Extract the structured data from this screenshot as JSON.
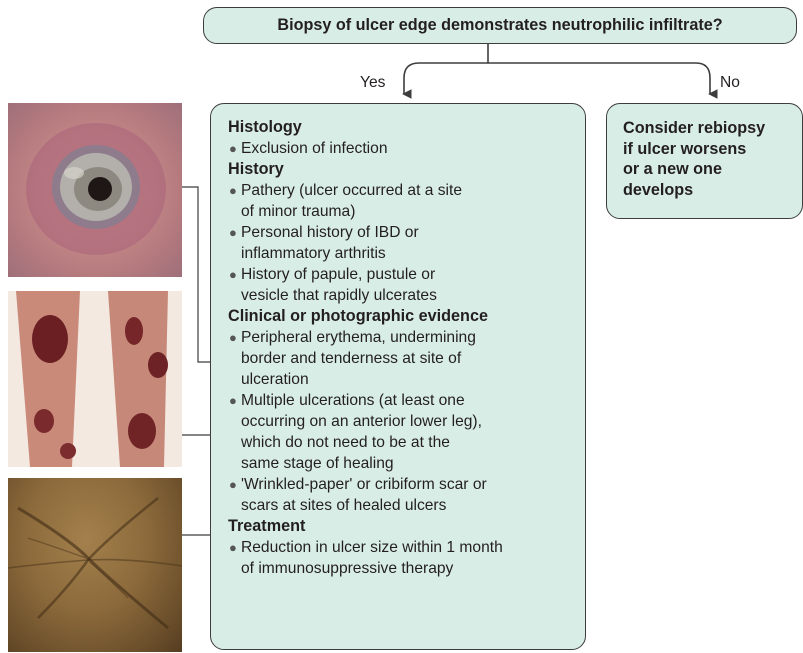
{
  "question": "Biopsy of ulcer edge demonstrates neutrophilic infiltrate?",
  "branches": {
    "yes": "Yes",
    "no": "No"
  },
  "no_box": {
    "lines": [
      "Consider rebiopsy",
      "if ulcer worsens",
      "or a new one",
      "develops"
    ]
  },
  "criteria": {
    "histology": {
      "heading": "Histology",
      "items": [
        "Exclusion of infection"
      ]
    },
    "history": {
      "heading": "History",
      "items": [
        [
          "Pathery (ulcer occurred at a site",
          "of minor trauma)"
        ],
        [
          "Personal history of IBD or",
          "inflammatory arthritis"
        ],
        [
          "History of papule, pustule or",
          "vesicle that rapidly ulcerates"
        ]
      ]
    },
    "clinical": {
      "heading": "Clinical or photographic evidence",
      "items": [
        [
          "Peripheral erythema, undermining",
          "border and tenderness at site of",
          "ulceration"
        ],
        [
          "Multiple ulcerations (at least one",
          "occurring on an anterior lower leg),",
          "which do not need to be at the",
          "same stage of healing"
        ],
        [
          "'Wrinkled-paper' or cribiform scar or",
          "scars at sites of healed ulcers"
        ]
      ]
    },
    "treatment": {
      "heading": "Treatment",
      "items": [
        [
          "Reduction in ulcer size within 1 month",
          "of immunosuppressive therapy"
        ]
      ]
    }
  },
  "colors": {
    "box_fill": "#d9ede7",
    "line": "#3d3d3d"
  }
}
